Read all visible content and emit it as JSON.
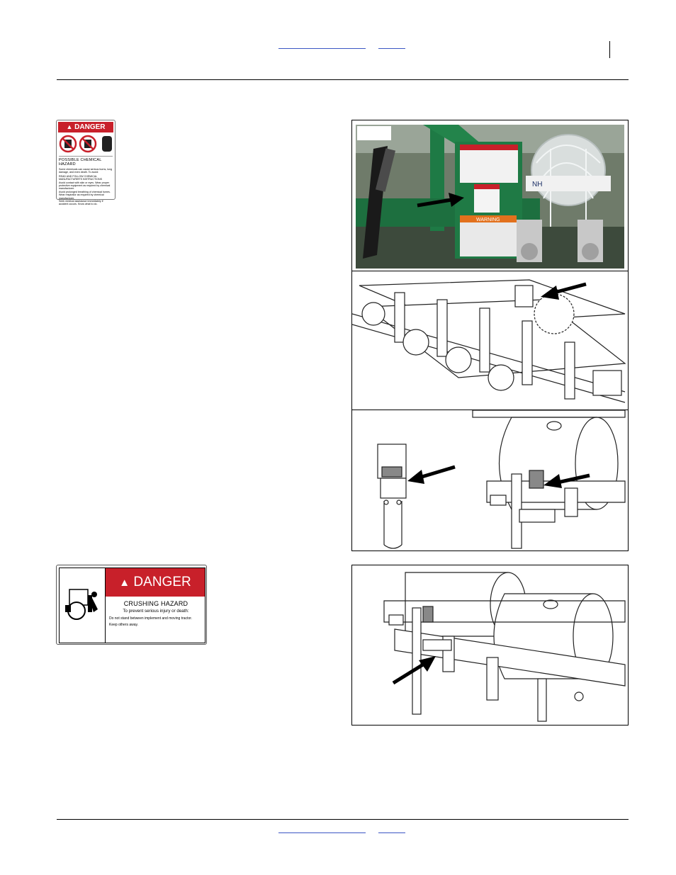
{
  "decal_chem": {
    "signal": "DANGER",
    "title": "POSSIBLE CHEMICAL HAZARD",
    "body": "Some chemicals can cause serious burns, lung damage, and even death. To avoid:",
    "bullets": [
      "READ AND FOLLOW CHEMICAL MANUFACTURER'S INSTRUCTIONS",
      "Avoid contact with skin or eyes. Wear proper protective equipment as required by chemical manufacturer.",
      "Avoid prolonged breathing of chemical fumes. Wear respirator as required by chemical manufacturer.",
      "Seek medical assistance immediately if accident occurs. Know what to do."
    ]
  },
  "decal_crush": {
    "signal": "DANGER",
    "title": "CRUSHING HAZARD",
    "subtitle": "To prevent serious injury or death:",
    "bullets": [
      "Do not stand between implement and moving tractor.",
      "Keep others away."
    ]
  },
  "photo": {
    "nh3_label": "NH",
    "warning_signal": "WARNING"
  },
  "colors": {
    "danger_red": "#c8202a",
    "implement_green": "#1e7a45",
    "warning_orange": "#e2711d"
  }
}
